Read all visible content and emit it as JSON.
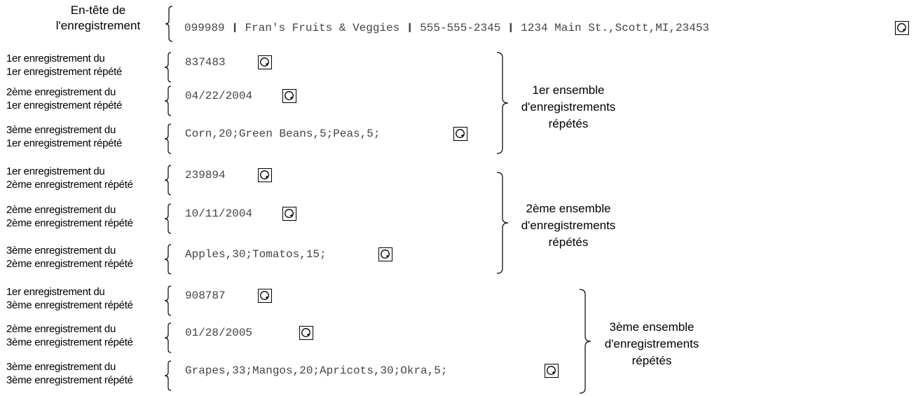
{
  "header": {
    "label_line1": "En-tête de",
    "label_line2": "l'enregistrement",
    "record": "099989 ❙ Fran's Fruits & Veggies ❙ 555-555-2345 ❙ 1234 Main St.,Scott,MI,23453",
    "icon": "record-end-icon"
  },
  "records": [
    {
      "label_line1": "1er enregistrement du",
      "label_line2": "1er enregistrement répété",
      "value": "837483"
    },
    {
      "label_line1": "2ème enregistrement du",
      "label_line2": "1er enregistrement répété",
      "value": "04/22/2004"
    },
    {
      "label_line1": "3ème enregistrement du",
      "label_line2": "1er enregistrement répété",
      "value": "Corn,20;Green Beans,5;Peas,5;"
    },
    {
      "label_line1": "1er enregistrement du",
      "label_line2": "2ème enregistrement répété",
      "value": "239894"
    },
    {
      "label_line1": "2ème enregistrement du",
      "label_line2": "2ème enregistrement répété",
      "value": "10/11/2004"
    },
    {
      "label_line1": "3ème enregistrement du",
      "label_line2": "2ème enregistrement répété",
      "value": "Apples,30;Tomatos,15;"
    },
    {
      "label_line1": "1er enregistrement du",
      "label_line2": "3ème enregistrement répété",
      "value": "908787"
    },
    {
      "label_line1": "2ème enregistrement du",
      "label_line2": "3ème enregistrement répété",
      "value": "01/28/2005"
    },
    {
      "label_line1": "3ème enregistrement du",
      "label_line2": "3ème enregistrement répété",
      "value": "Grapes,33;Mangos,20;Apricots,30;Okra,5;"
    }
  ],
  "groups": [
    {
      "line1": "1er ensemble",
      "line2": "d'enregistrements",
      "line3": "répétés"
    },
    {
      "line1": "2ème ensemble",
      "line2": "d'enregistrements",
      "line3": "répétés"
    },
    {
      "line1": "3ème ensemble",
      "line2": "d'enregistrements",
      "line3": "répétés"
    }
  ]
}
